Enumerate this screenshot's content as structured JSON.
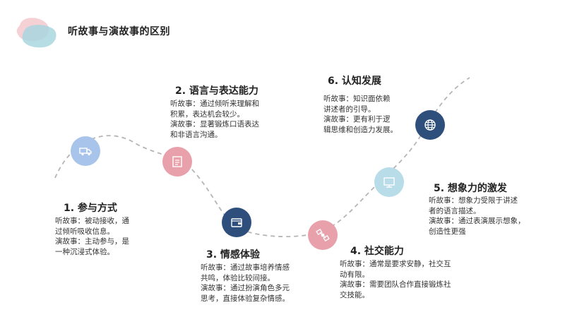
{
  "title": "听故事与演故事的区别",
  "items": [
    {
      "heading": "1. 参与方式",
      "lines": [
        "听故事：被动接收，通",
        "过倾听吸收信息。",
        "演故事：主动参与，是",
        "一种沉浸式体验。"
      ],
      "icon": "truck-icon",
      "color": "#a8c4ea"
    },
    {
      "heading": "2. 语言与表达能力",
      "lines": [
        "听故事：通过倾听来理解和",
        "积累，表达机会较少。",
        "演故事：显著锻炼口语表达",
        "和非语言沟通。"
      ],
      "icon": "document-icon",
      "color": "#e8a0aa"
    },
    {
      "heading": "3. 情感体验",
      "lines": [
        "听故事：通过故事培养情感",
        "共鸣，体验比较间接。",
        "演故事：通过扮演角色多元",
        "思考，直接体验复杂情感。"
      ],
      "icon": "wallet-icon",
      "color": "#2e4f7c"
    },
    {
      "heading": "4. 社交能力",
      "lines": [
        "听故事：通常是要求安静，社交互",
        "动有限。",
        "演故事：需要团队合作直接锻炼社",
        "交技能。"
      ],
      "icon": "satellite-icon",
      "color": "#e8a0aa"
    },
    {
      "heading": "5. 想象力的激发",
      "lines": [
        "听故事：想象力受限于讲述",
        "者的语言描述。",
        "演故事：通过表演展示想象，",
        "创造性更强"
      ],
      "icon": "monitor-icon",
      "color": "#b8dde8"
    },
    {
      "heading": "6. 认知发展",
      "lines": [
        "听故事：知识面依赖",
        "讲述者的引导。",
        "演故事：更有利于逻",
        "辑思维和创造力发展。"
      ],
      "icon": "globe-icon",
      "color": "#2e4f7c"
    }
  ]
}
